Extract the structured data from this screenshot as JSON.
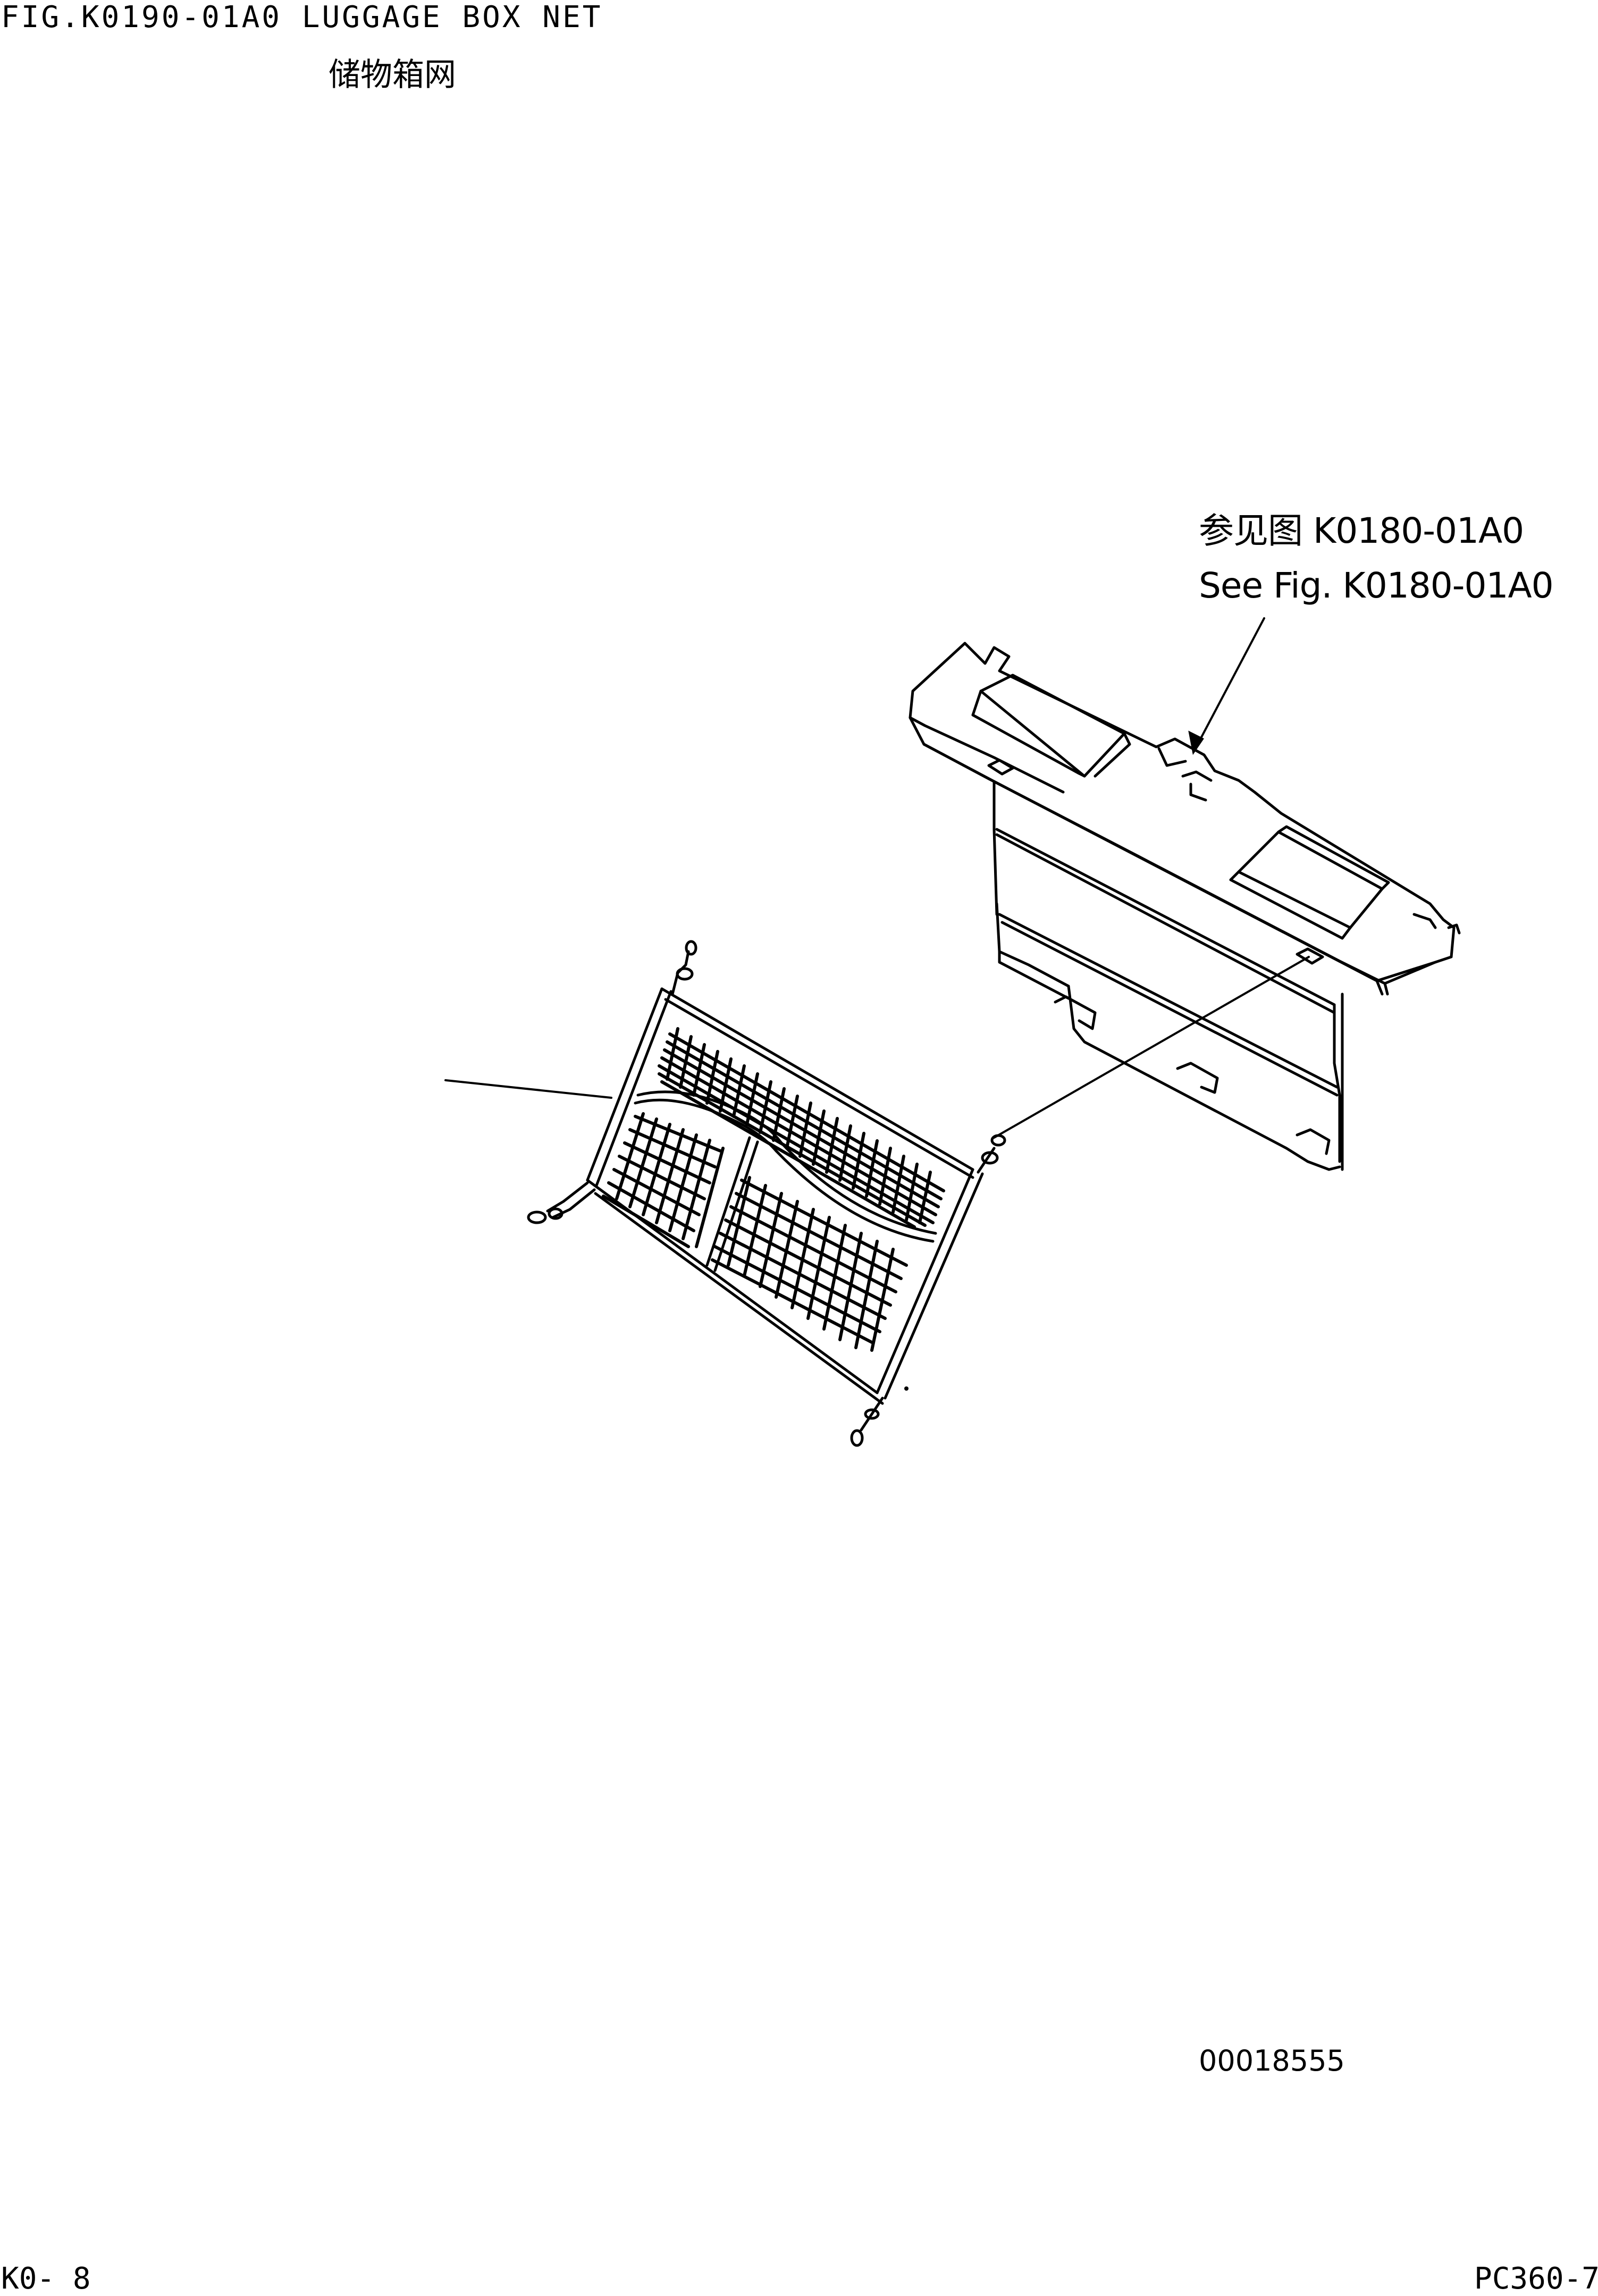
{
  "header": {
    "figure_title": "FIG.K0190-01A0  LUGGAGE BOX NET",
    "figure_title_cn": "储物箱网"
  },
  "reference": {
    "label_cn": "参见图 K0180-01A0",
    "label_en": "See Fig. K0180-01A0"
  },
  "illustration": {
    "number": "00018555",
    "parts": [
      "luggage-box",
      "net"
    ]
  },
  "footer": {
    "page": "K0- 8",
    "model": "PC360-7"
  }
}
